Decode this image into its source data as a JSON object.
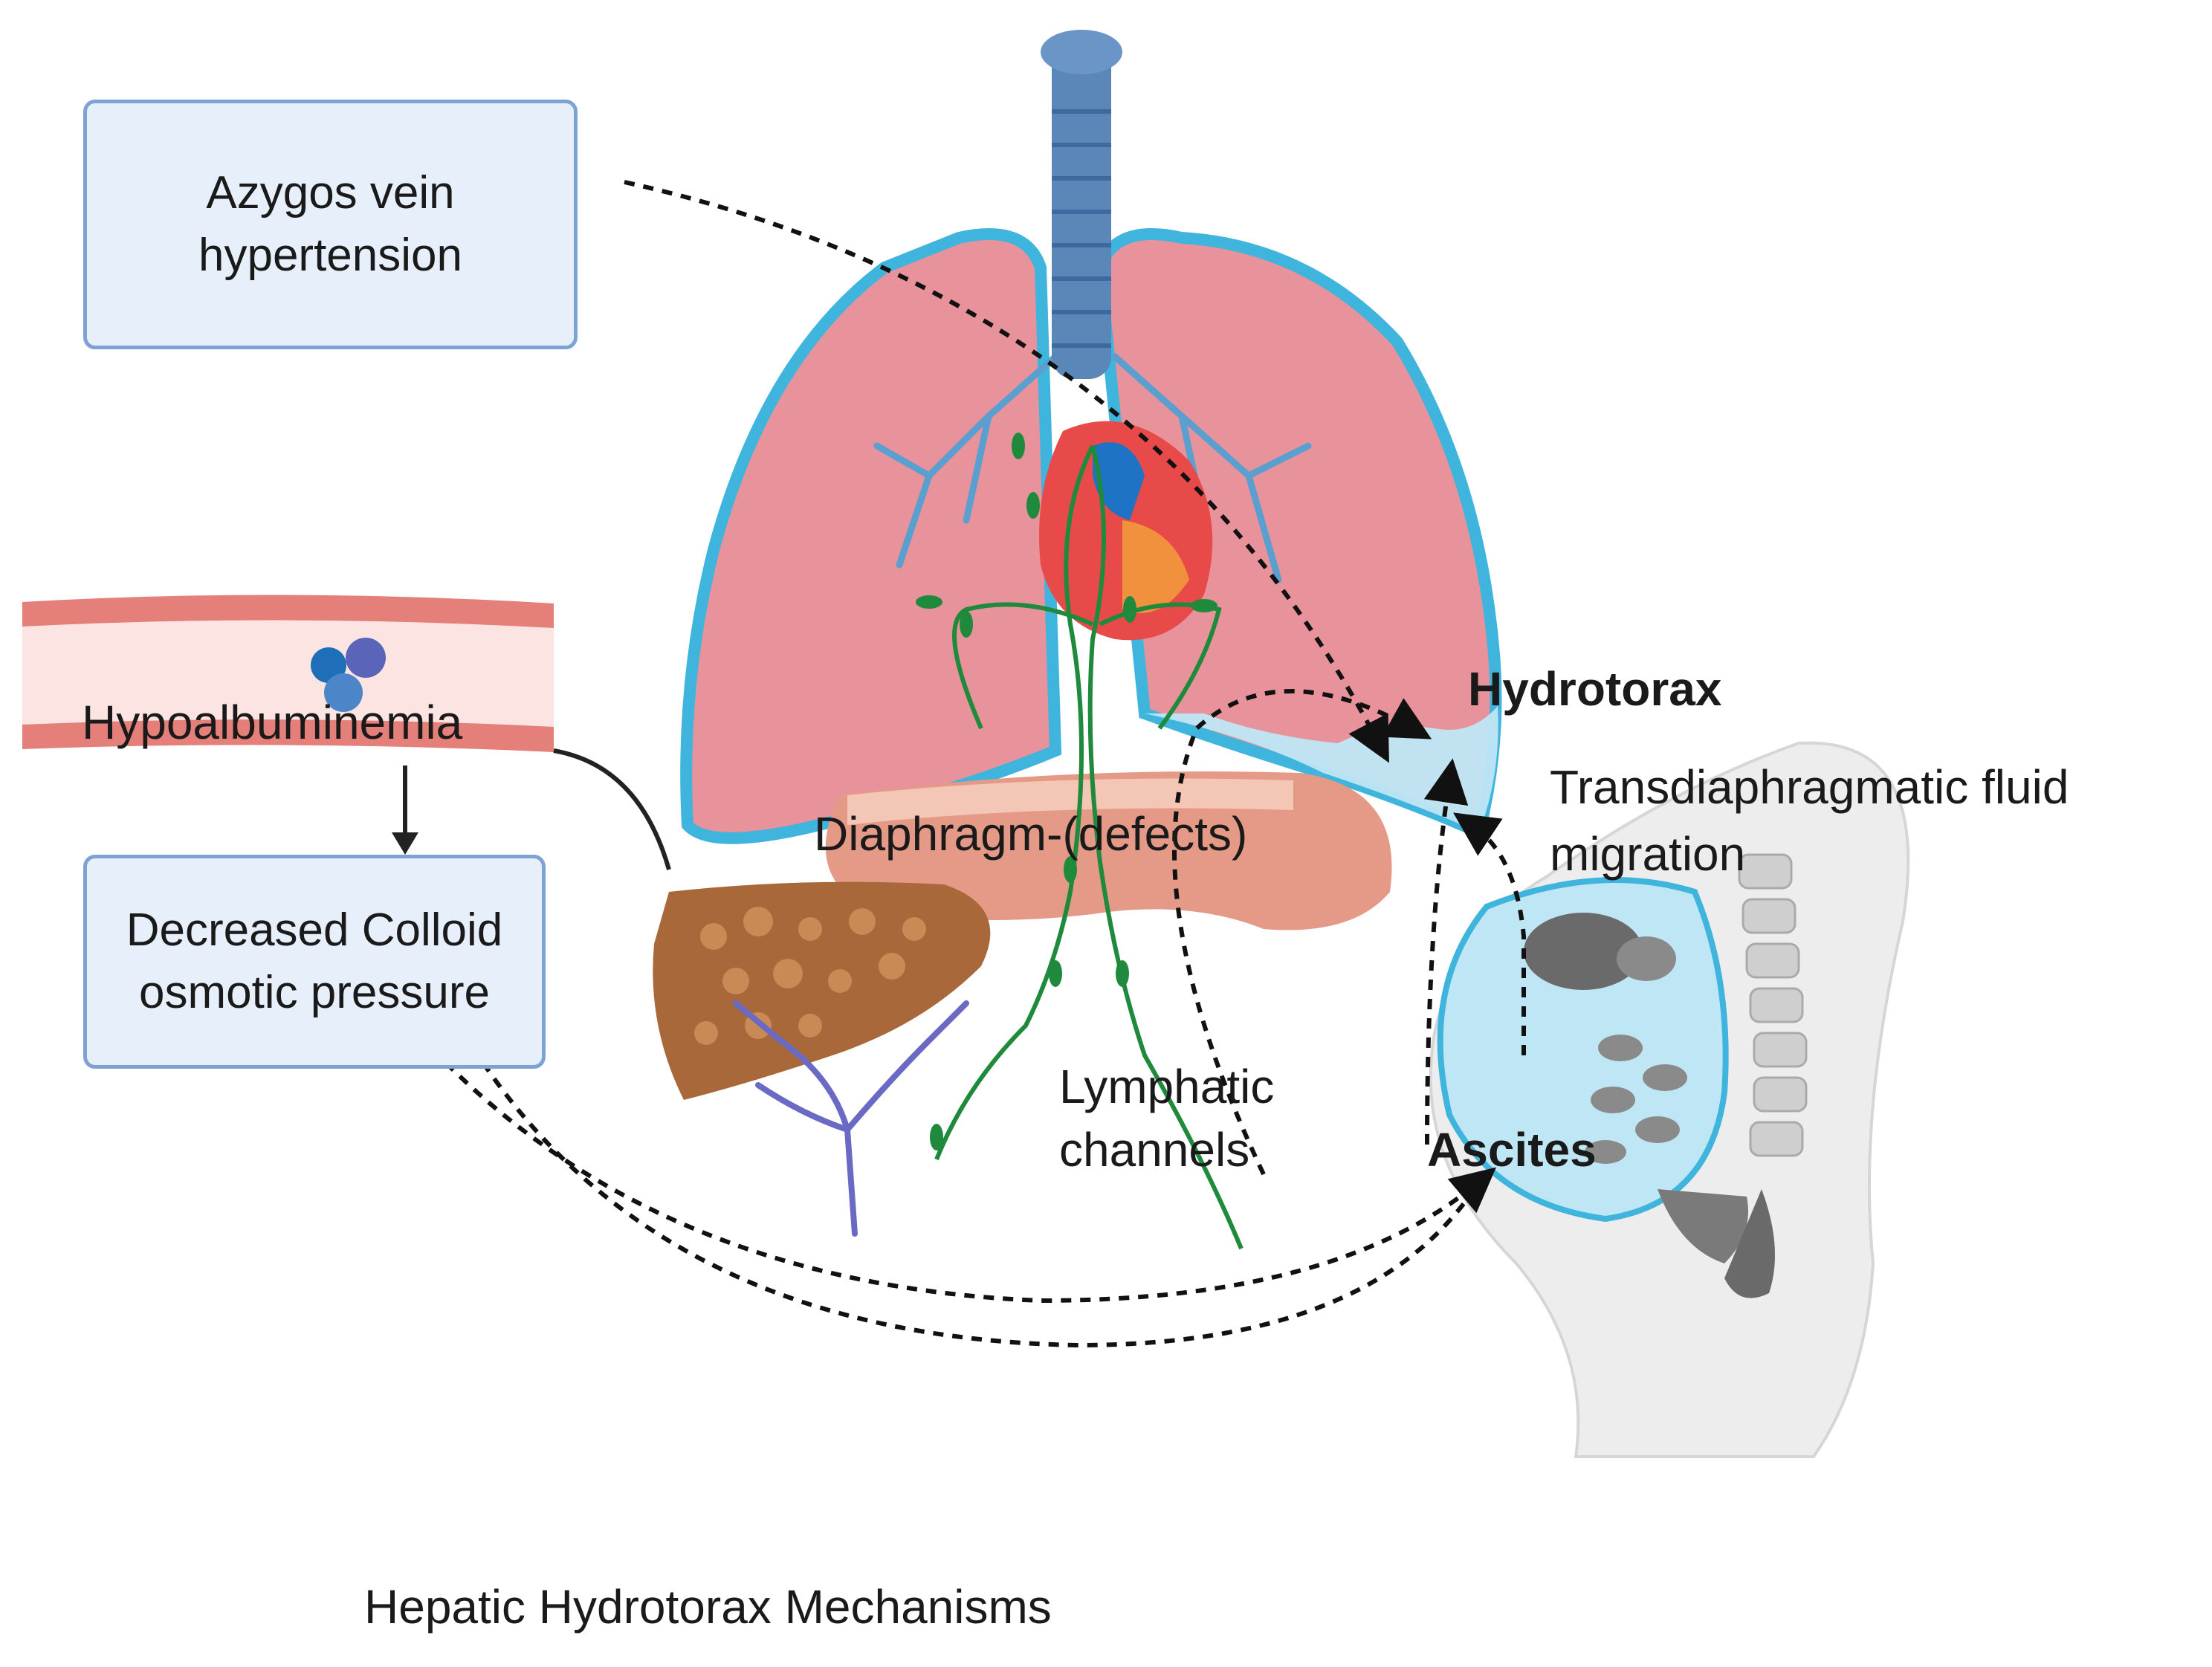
{
  "boxes": {
    "azygos": "Azygos vein hypertension",
    "colloid": "Decreased Colloid osmotic pressure"
  },
  "labels": {
    "hypoalbuminemia": "Hypoalbuminemia",
    "hydrotorax": "Hydrotorax",
    "transdiaphragmatic_line1": "Transdiaphragmatic fluid",
    "transdiaphragmatic_line2": "migration",
    "diaphragm": "Diaphragm-(defects)",
    "lymphatic_line1": "Lymphatic",
    "lymphatic_line2": "channels",
    "ascites": "Ascites"
  },
  "caption": "Hepatic Hydrotorax Mechanisms",
  "colors": {
    "lung": "#e8939b",
    "pleura": "#3fb4dc",
    "trachea": "#5b86b8",
    "liver": "#a8683a",
    "diaphragm": "#e49a86",
    "lymph": "#1f8a3c",
    "fluid": "#bfe6f4",
    "vessel": "#f0c0bb",
    "box_fill": "#e6effa",
    "box_border": "#7da3d3"
  },
  "icons": [
    "albumin-molecule-icon",
    "lungs-illustration",
    "heart-illustration",
    "liver-illustration",
    "diaphragm-illustration",
    "abdomen-illustration",
    "blood-vessel-illustration"
  ]
}
